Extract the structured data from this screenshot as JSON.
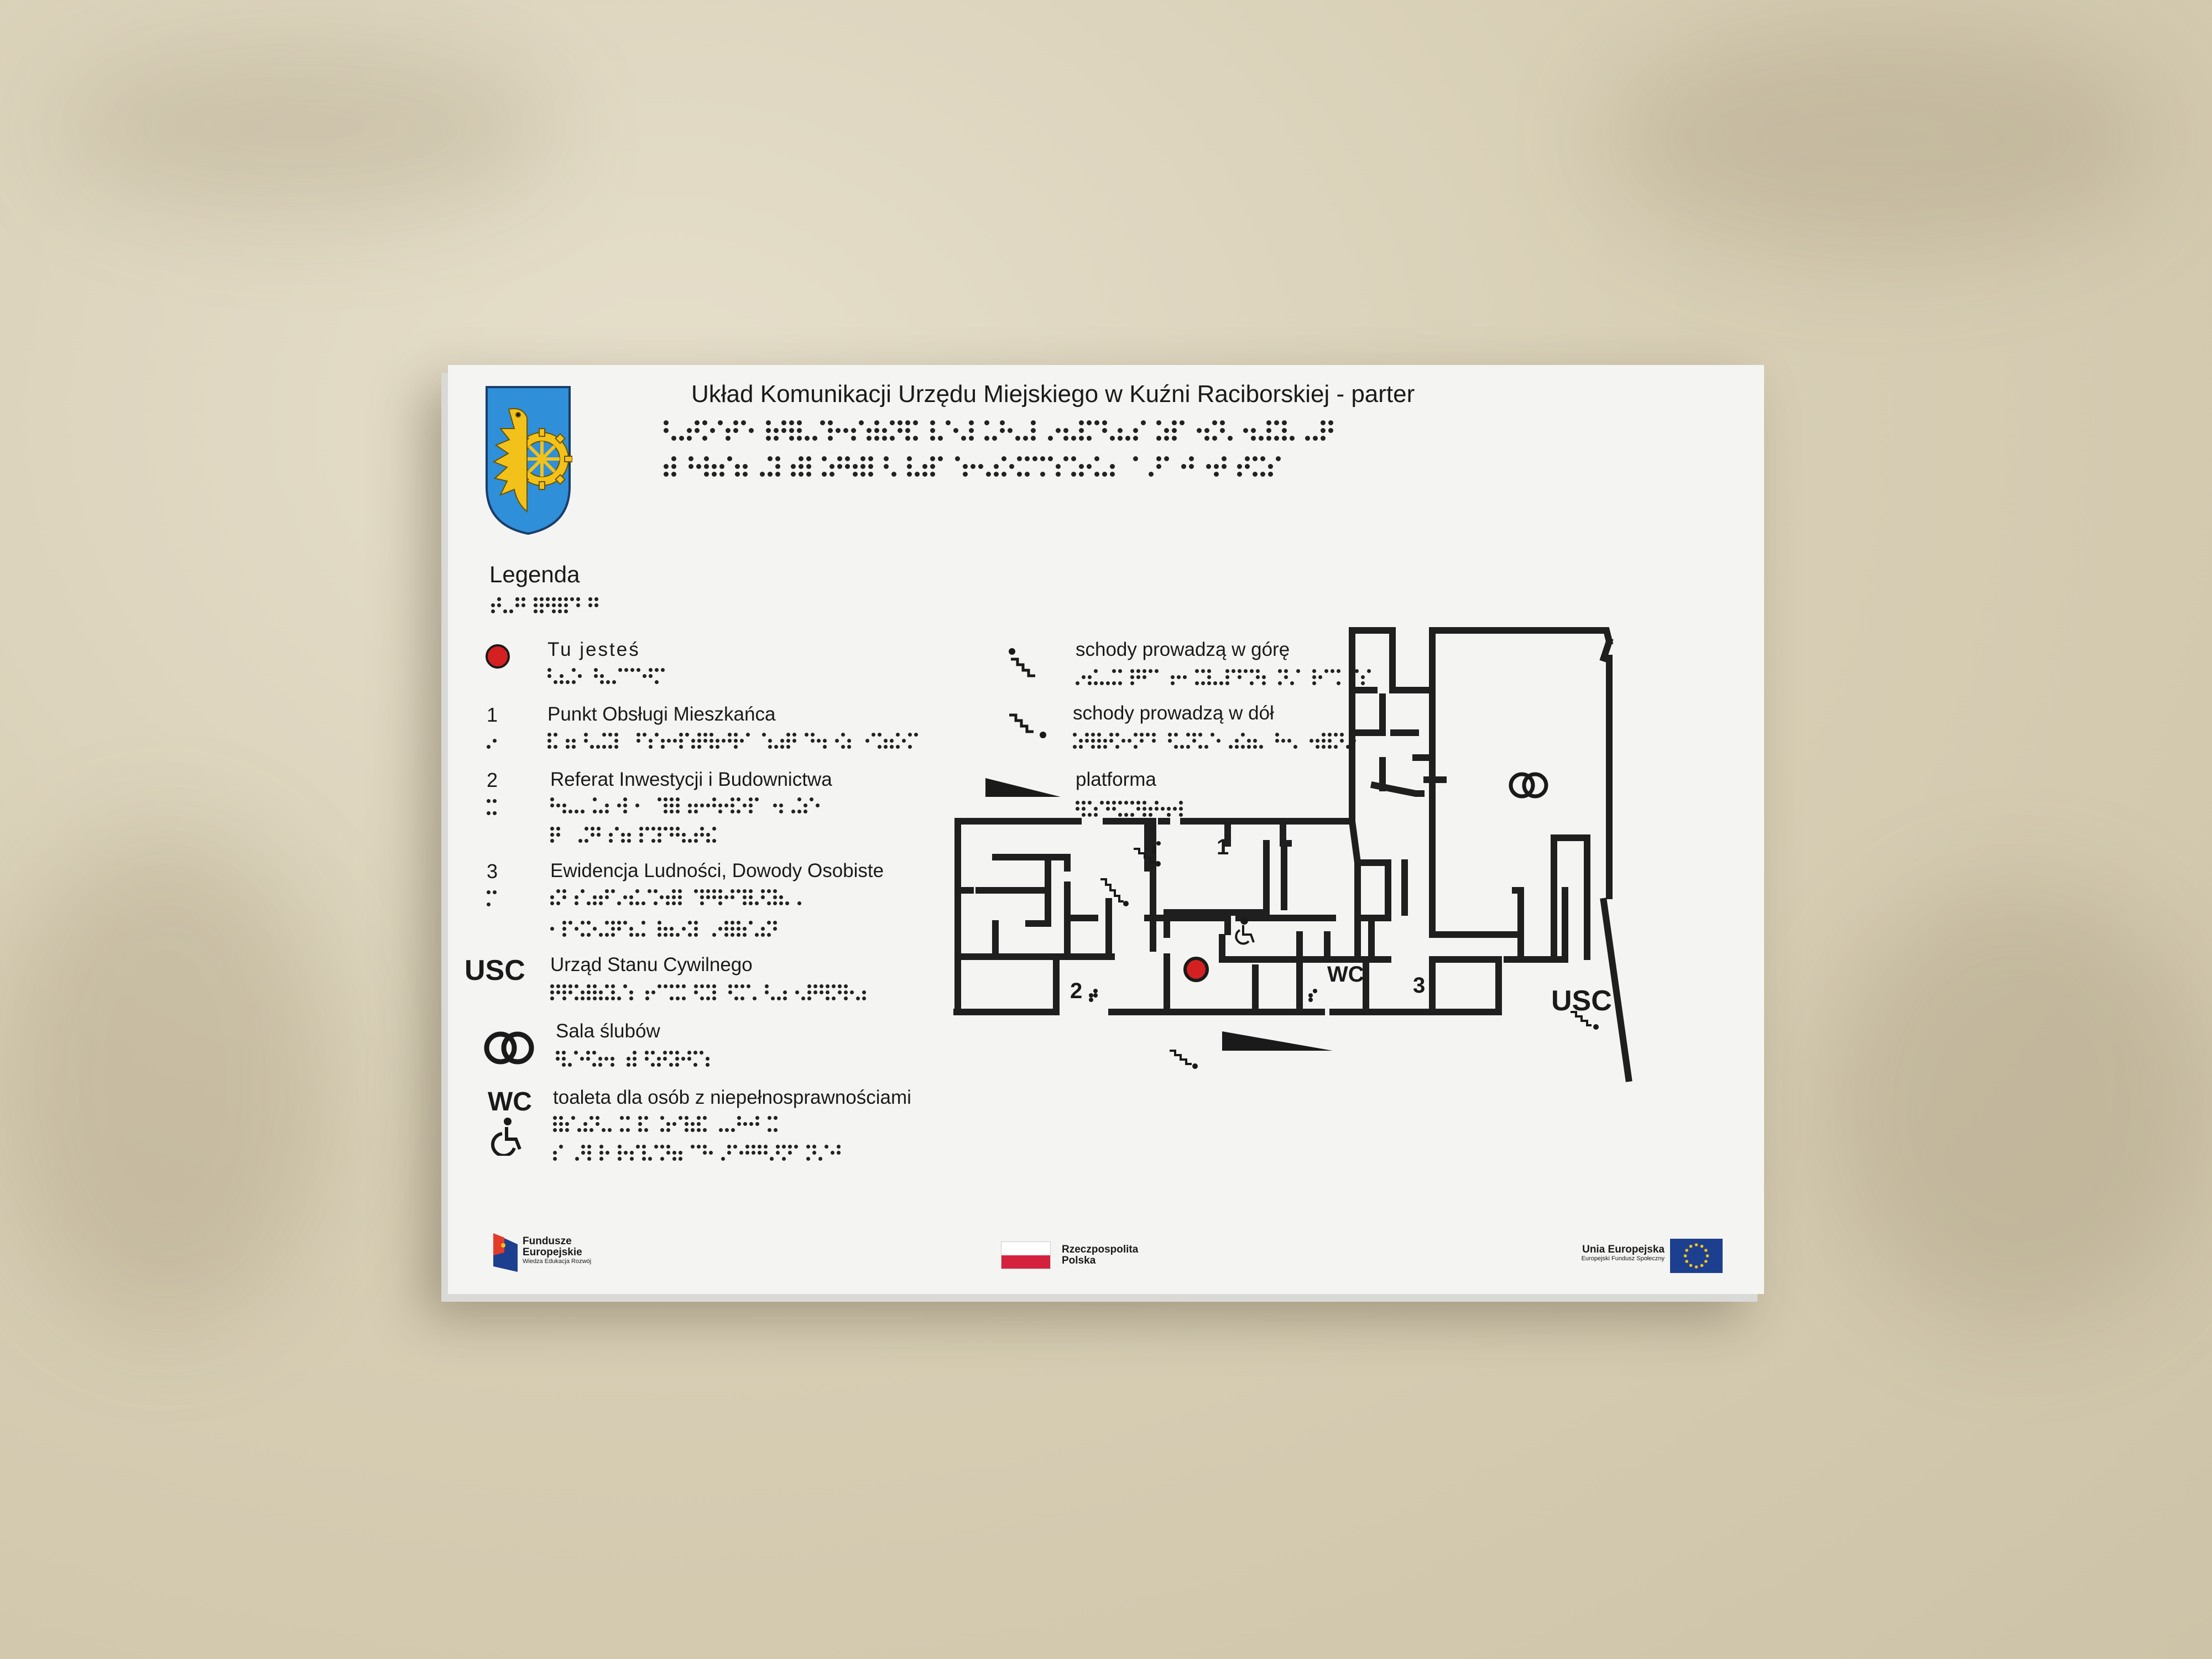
{
  "sign": {
    "title": "Układ Komunikacji Urzędu Miejskiego w Kuźni Raciborskiej - parter",
    "legend_heading": "Legenda",
    "legend_left": [
      {
        "marker": "",
        "label": "Tu jesteś"
      },
      {
        "marker": "1",
        "label": "Punkt Obsługi Mieszkańca"
      },
      {
        "marker": "2",
        "label": "Referat Inwestycji i Budownictwa"
      },
      {
        "marker": "3",
        "label": "Ewidencja Ludności, Dowody Osobiste"
      },
      {
        "marker": "USC",
        "label": "Urząd Stanu Cywilnego"
      },
      {
        "marker": "",
        "label": "Sala ślubów"
      },
      {
        "marker": "WC",
        "label": "toaleta dla osób z niepełnosprawnościami"
      }
    ],
    "legend_right": [
      {
        "label": "schody prowadzą w górę"
      },
      {
        "label": "schody prowadzą w dół"
      },
      {
        "label": "platforma"
      }
    ],
    "map_labels": {
      "room1": "1",
      "room2": "2",
      "room3": "3",
      "wc": "WC",
      "usc": "USC"
    },
    "logos": {
      "fe_line1": "Fundusze",
      "fe_line2": "Europejskie",
      "fe_sub": "Wiedza Edukacja Rozwój",
      "rp_line1": "Rzeczpospolita",
      "rp_line2": "Polska",
      "ue_line1": "Unia Europejska",
      "ue_sub": "Europejski Fundusz Społeczny"
    },
    "colors": {
      "marker_red": "#d42020",
      "crest_blue": "#2f8fd8",
      "crest_gold": "#f2c21a",
      "wall": "#1f1f1f",
      "board": "#f4f4f2"
    }
  }
}
